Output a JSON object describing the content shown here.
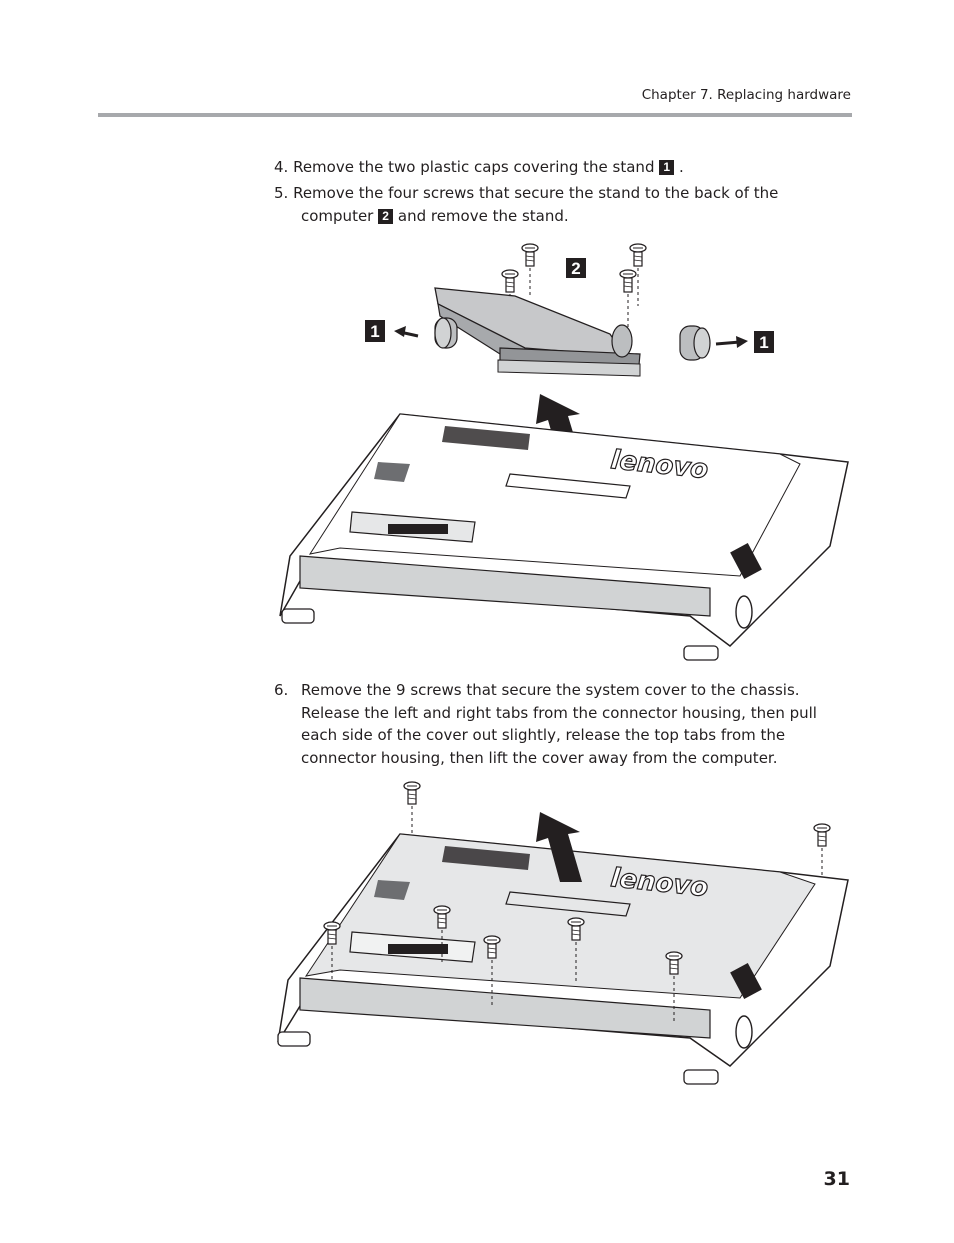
{
  "header": {
    "chapter": "Chapter 7. Replacing hardware"
  },
  "steps": {
    "s4": {
      "before": "4. Remove the two plastic caps covering the stand ",
      "tag": "1",
      "after": " ."
    },
    "s5": {
      "line1": "5. Remove the four screws that secure the stand to the back of the",
      "before": "computer ",
      "tag": "2",
      "after": " and remove the stand."
    },
    "s6": {
      "num": "6.",
      "text": "Remove the 9 screws that secure the system cover to the chassis. Release the left and right tabs from the connector housing, then pull each side of the cover out slightly, release the top tabs from the connector housing, then lift the cover away from the computer."
    }
  },
  "figure1": {
    "callout_caps_left": "1",
    "callout_caps_right": "1",
    "callout_screws": "2",
    "logo": "lenovo"
  },
  "figure2": {
    "logo": "lenovo"
  },
  "page_number": "31"
}
